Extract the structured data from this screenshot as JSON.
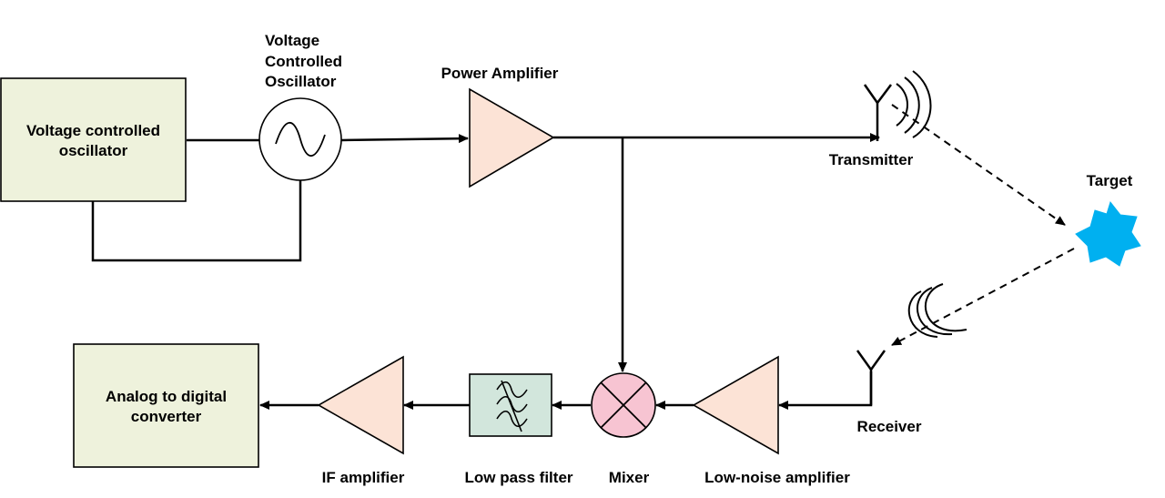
{
  "blocks": {
    "vco_box": {
      "line1": "Voltage controlled",
      "line2": "oscillator"
    },
    "adc_box": {
      "line1": "Analog to digital",
      "line2": "converter"
    }
  },
  "labels": {
    "vco_line1": "Voltage",
    "vco_line2": "Controlled",
    "vco_line3": "Oscillator",
    "power_amplifier": "Power Amplifier",
    "transmitter": "Transmitter",
    "target": "Target",
    "receiver": "Receiver",
    "low_noise_amplifier": "Low-noise amplifier",
    "mixer": "Mixer",
    "low_pass_filter": "Low pass filter",
    "if_amplifier": "IF amplifier"
  },
  "colors": {
    "box_fill": "#eef2dc",
    "amplifier_fill": "#fce3d6",
    "filter_fill": "#d2e6dc",
    "mixer_fill": "#f7c4d2",
    "target_fill": "#00b0f0",
    "line": "#000000"
  },
  "icons": {
    "oscillator": "sine-wave-circle-icon",
    "mixer": "x-circle-mixer-icon",
    "filter": "wavy-lines-filter-icon",
    "antenna": "y-antenna-icon",
    "target": "seven-point-star-icon"
  }
}
